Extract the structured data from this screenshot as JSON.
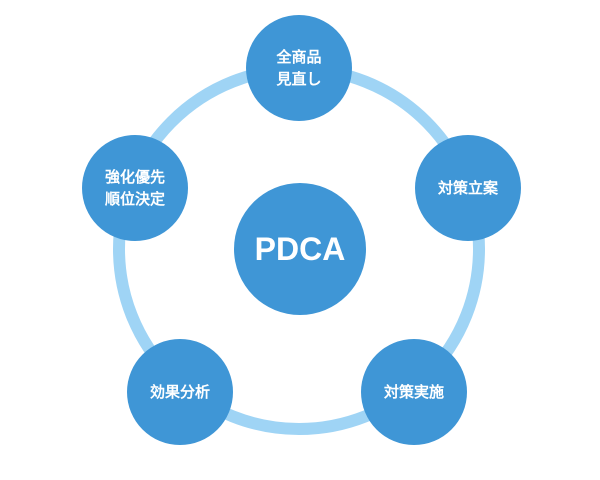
{
  "diagram": {
    "center_label": "PDCA",
    "steps": [
      {
        "lines": [
          "全商品",
          "見直し"
        ]
      },
      {
        "lines": [
          "対策立案"
        ]
      },
      {
        "lines": [
          "対策実施"
        ]
      },
      {
        "lines": [
          "効果分析"
        ]
      },
      {
        "lines": [
          "強化優先",
          "順位決定"
        ]
      }
    ]
  },
  "colors": {
    "node_fill": "#3f96d6",
    "ring_stroke": "#9fd4f5",
    "label_text": "#ffffff",
    "background": "#ffffff"
  }
}
